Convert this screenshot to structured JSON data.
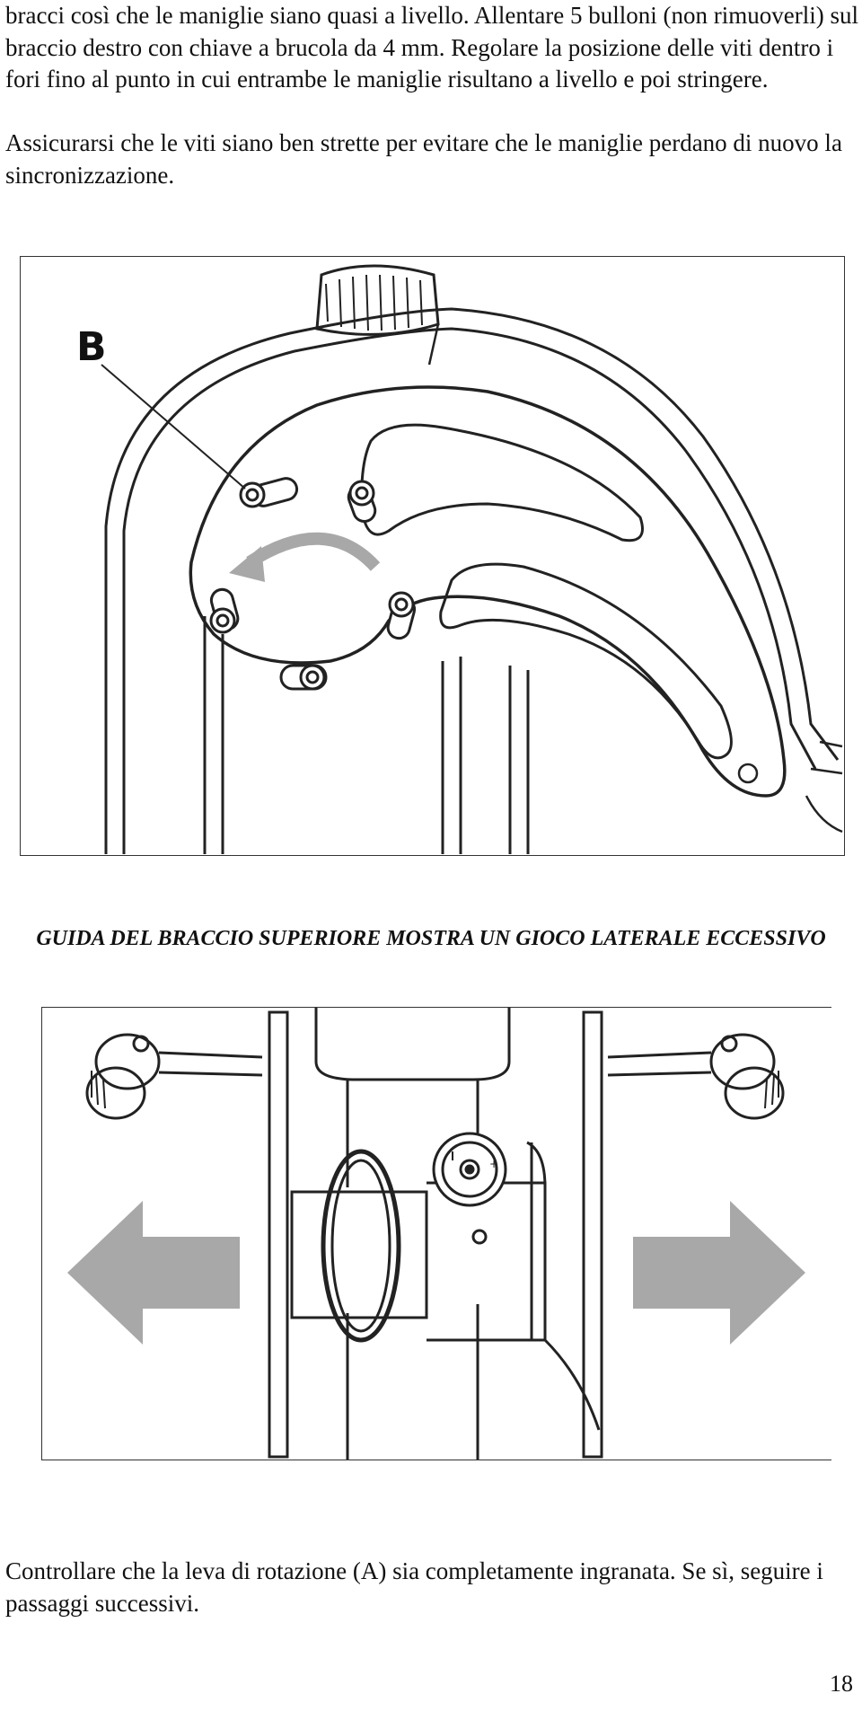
{
  "document": {
    "paragraph_1": "bracci così che le maniglie siano quasi a livello. Allentare 5 bulloni (non rimuoverli) sul braccio destro con chiave a brucola da 4 mm. Regolare la posizione delle viti dentro i fori fino al punto in cui entrambe le maniglie risultano a livello e poi stringere.",
    "paragraph_2": "Assicurarsi che le viti siano ben strette per evitare che le maniglie perdano di nuovo la sincronizzazione.",
    "figure_1_label": "B",
    "caption": "GUIDA DEL BRACCIO SUPERIORE MOSTRA UN GIOCO LATERALE ECCESSIVO",
    "paragraph_3": "Controllare che la leva di rotazione (A) sia completamente ingranata. Se sì, seguire i passaggi successivi.",
    "page_number": "18"
  },
  "colors": {
    "line": "#222222",
    "arrow_gray": "#a8a8a8",
    "text": "#111111"
  }
}
